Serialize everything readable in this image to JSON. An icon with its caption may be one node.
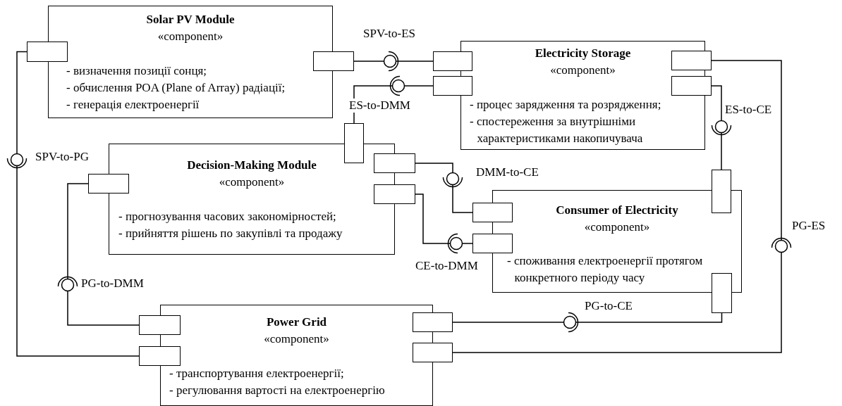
{
  "diagram": {
    "nodes": [
      {
        "text": [
          "Solar PV Module",
          "«component»",
          "- визначення позиції сонця;",
          "- обчислення POA (Plane of Array) радіації;",
          "- генерація електроенергії"
        ]
      },
      {
        "text": [
          "Electricity Storage",
          "«component»",
          "- процес зарядження та розрядження;",
          "- спостереження за внутрішніми характеристиками накопичувача"
        ]
      },
      {
        "text": [
          "Decision-Making Module",
          "«component»",
          "- прогнозування часових закономірностей;",
          "- прийняття рішень по закупівлі та продажу"
        ]
      },
      {
        "text": [
          "Consumer of Electricity",
          "«component»",
          "- споживання електроенергії протягом конкретного періоду часу"
        ]
      },
      {
        "text": [
          "Power Grid",
          "«component»",
          "- транспортування електроенергії;",
          "- регулювання вартості на електроенергію"
        ]
      },
      {
        "text": [],
        "shape": "box"
      },
      {
        "text": [],
        "shape": "box"
      },
      {
        "text": [],
        "shape": "box"
      },
      {
        "text": [],
        "shape": "box"
      },
      {
        "text": [],
        "shape": "box"
      },
      {
        "text": [],
        "shape": "box"
      },
      {
        "text": [],
        "shape": "box"
      },
      {
        "text": [],
        "shape": "box"
      },
      {
        "text": [],
        "shape": "box"
      },
      {
        "text": [],
        "shape": "box"
      },
      {
        "text": [],
        "shape": "box"
      },
      {
        "text": [],
        "shape": "box"
      },
      {
        "text": [],
        "shape": "box"
      },
      {
        "text": [],
        "shape": "box"
      },
      {
        "text": [],
        "shape": "box"
      },
      {
        "text": [],
        "shape": "box"
      },
      {
        "text": [],
        "shape": "box"
      },
      {
        "text": [],
        "shape": "box"
      }
    ],
    "edges": [
      {
        "from": 6,
        "to": 7,
        "arrow": "none",
        "label": "SPV-to-ES"
      },
      {
        "from": 8,
        "to": 11,
        "arrow": "none",
        "label": "ES-to-DMM"
      },
      {
        "from": 10,
        "to": 15,
        "arrow": "none",
        "label": "ES-to-CE"
      },
      {
        "from": 12,
        "to": 16,
        "arrow": "none",
        "label": "DMM-to-CE"
      },
      {
        "from": 17,
        "to": 13,
        "arrow": "none",
        "label": "CE-to-DMM"
      },
      {
        "from": 5,
        "to": 20,
        "arrow": "none",
        "label": "SPV-to-PG"
      },
      {
        "from": 19,
        "to": 14,
        "arrow": "none",
        "label": "PG-to-DMM"
      },
      {
        "from": 21,
        "to": 18,
        "arrow": "none",
        "label": "PG-to-CE"
      },
      {
        "from": 22,
        "to": 9,
        "arrow": "none",
        "label": "PG-ES"
      }
    ]
  }
}
